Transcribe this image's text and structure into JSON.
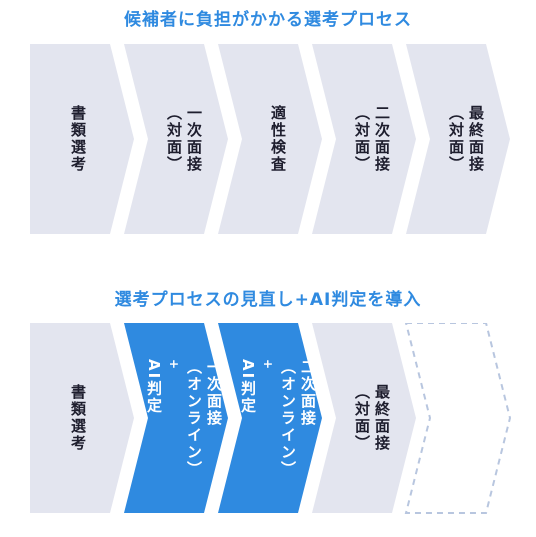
{
  "colors": {
    "heading": "#2f8ae0",
    "chevron_gray": "#e3e5ef",
    "chevron_blue": "#2f8ae0",
    "text_dark": "#1e1e2e",
    "text_light": "#ffffff",
    "dashed": "#b8c6df"
  },
  "section1": {
    "title": "候補者に負担がかかる選考プロセス",
    "steps": [
      {
        "lines": [
          "書類選考"
        ],
        "style": "gray"
      },
      {
        "lines": [
          "一次面接",
          "（対面）"
        ],
        "style": "gray"
      },
      {
        "lines": [
          "適性検査"
        ],
        "style": "gray"
      },
      {
        "lines": [
          "二次面接",
          "（対面）"
        ],
        "style": "gray"
      },
      {
        "lines": [
          "最終面接",
          "（対面）"
        ],
        "style": "gray"
      }
    ]
  },
  "section2": {
    "title": "選考プロセスの見直し+AI判定を導入",
    "steps": [
      {
        "lines": [
          "書類選考"
        ],
        "style": "gray"
      },
      {
        "lines": [
          "一次面接",
          "（オンライン）",
          "+",
          "AI判定"
        ],
        "style": "blue"
      },
      {
        "lines": [
          "二次面接",
          "（オンライン）",
          "+",
          "AI判定"
        ],
        "style": "blue"
      },
      {
        "lines": [
          "最終面接",
          "（対面）"
        ],
        "style": "gray"
      },
      {
        "lines": [],
        "style": "dashed"
      }
    ]
  }
}
